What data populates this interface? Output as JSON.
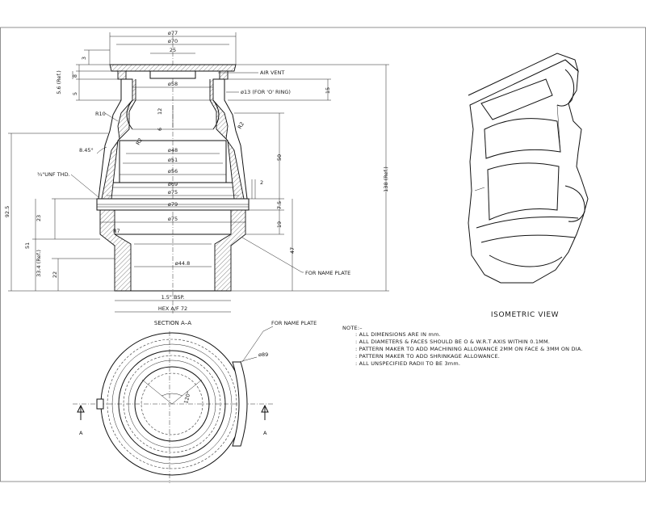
{
  "section_view": {
    "dims_top": [
      "ø77",
      "ø70",
      "25"
    ],
    "label_air_vent": "AIR VENT",
    "dims_inner": [
      "ø58",
      "ø48",
      "ø51",
      "ø56",
      "ø69",
      "ø75",
      "ø79",
      "ø75",
      "ø44.8"
    ],
    "label_o_ring": "ø13 (FOR 'O' RING)",
    "label_r10": "R10",
    "label_r7": "R7",
    "label_angle": "8.45°",
    "label_unf": "¾\"UNF THD.",
    "label_bsp": "1.5\" BSP.",
    "label_hex": "HEX A/F 72",
    "label_section": "SECTION A–A",
    "label_name_plate": "FOR NAME PLATE",
    "dims_left": [
      "3",
      "5.6 (Ref.)",
      "8",
      "5",
      "92.5",
      "23",
      "51",
      "33.4 (Ref.)",
      "22"
    ],
    "dims_right": [
      "15",
      "12",
      "6",
      "50",
      "2",
      "7.5",
      "19",
      "47",
      "138 (Ref.)"
    ],
    "radius_marks": [
      "R2",
      "R2"
    ]
  },
  "bottom_view": {
    "label_name_plate": "FOR NAME PLATE",
    "label_dia": "ø89",
    "label_angle": "120°",
    "label_a_left": "A",
    "label_a_right": "A"
  },
  "isometric": {
    "title": "ISOMETRIC VIEW"
  },
  "notes": {
    "heading": "NOTE:–",
    "lines": [
      ": ALL DIMENSIONS ARE IN mm.",
      ": ALL DIAMETERS & FACES SHOULD BE O &   W.R.T AXIS WITHIN 0.1MM.",
      ": PATTERN MAKER TO ADD MACHINING ALLOWANCE 2MM ON FACE & 3MM ON DIA.",
      ": PATTERN MAKER TO ADD SHRINKAGE ALLOWANCE.",
      ": ALL UNSPECIFIED RADII TO BE 3mm."
    ]
  }
}
